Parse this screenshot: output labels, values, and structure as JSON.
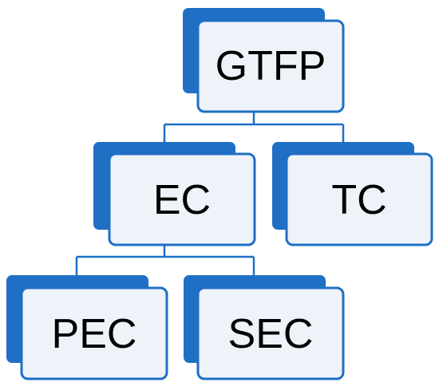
{
  "diagram": {
    "type": "hierarchy",
    "nodes": {
      "root": {
        "label": "GTFP"
      },
      "ec": {
        "label": "EC"
      },
      "tc": {
        "label": "TC"
      },
      "pec": {
        "label": "PEC"
      },
      "sec": {
        "label": "SEC"
      }
    },
    "edges": [
      {
        "from": "GTFP",
        "to": "EC"
      },
      {
        "from": "GTFP",
        "to": "TC"
      },
      {
        "from": "EC",
        "to": "PEC"
      },
      {
        "from": "EC",
        "to": "SEC"
      }
    ]
  },
  "colors": {
    "shadow": "#1f6fc5",
    "card_fill": "#eef2f9",
    "card_border": "#1f6fc5",
    "connector": "#1f6fc5",
    "text": "#000000"
  }
}
